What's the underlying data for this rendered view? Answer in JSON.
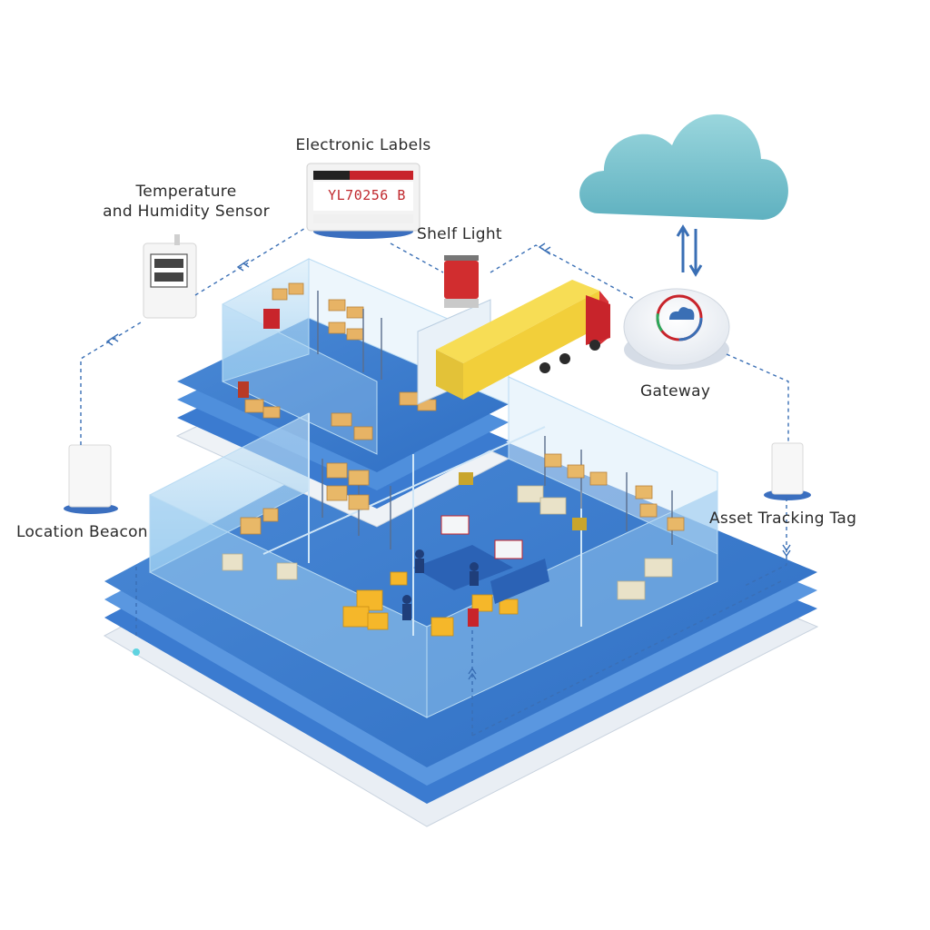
{
  "labels": {
    "electronic_labels": "Electronic Labels",
    "temperature_sensor_line1": "Temperature",
    "temperature_sensor_line2": "and Humidity Sensor",
    "shelf_light": "Shelf Light",
    "gateway": "Gateway",
    "location_beacon": "Location Beacon",
    "asset_tracking_tag": "Asset Tracking Tag"
  },
  "electronic_label_code": "YL70256 B",
  "colors": {
    "floor_blue": "#3f7fcf",
    "room_blue": "#9fcdf0",
    "cloud": "#7cc5cf",
    "link_blue": "#3a6fb5",
    "truck_yellow": "#f2cf3a",
    "truck_red": "#c8242b",
    "label_red": "#c0282d"
  },
  "icons": [
    "cloud-icon",
    "gateway-icon",
    "sync-arrows-icon",
    "electronic-label-icon",
    "shelf-light-icon",
    "temperature-sensor-icon",
    "location-beacon-icon",
    "asset-tag-icon",
    "truck-icon"
  ]
}
